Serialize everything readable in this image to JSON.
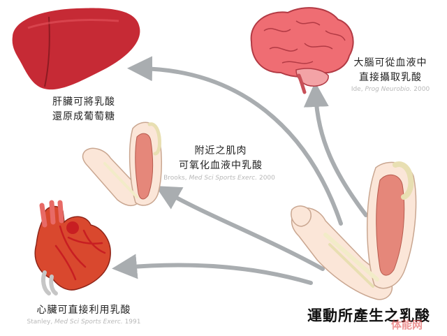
{
  "labels": {
    "liver_line1": "肝臟可將乳酸",
    "liver_line2": "還原成葡萄糖",
    "brain_line1": "大腦可從血液中",
    "brain_line2": "直接攝取乳酸",
    "brain_cite_author": "Ide, ",
    "brain_cite_journal": "Prog Neurobio.",
    "brain_cite_year": " 2000",
    "muscle_line1": "附近之肌肉",
    "muscle_line2": "可氧化血液中乳酸",
    "muscle_cite_author": "Brooks, ",
    "muscle_cite_journal": "Med Sci Sports Exerc.",
    "muscle_cite_year": " 2000",
    "heart_line1": "心臟可直接利用乳酸",
    "heart_cite_author": "Stanley, ",
    "heart_cite_journal": "Med Sci Sports Exerc.",
    "heart_cite_year": " 1991",
    "title": "運動所產生之乳酸",
    "watermark": "体能网"
  },
  "colors": {
    "arrow": "#a9adb0",
    "liver": "#c62a35",
    "brain": "#ef6d73",
    "muscle": "#e5877a",
    "skin": "#fbe6d8",
    "bone": "#f2ecc8",
    "heart": "#d9482e",
    "artery": "#c81e22"
  },
  "icons": [
    "liver-icon",
    "brain-icon",
    "arm-small-icon",
    "heart-icon",
    "arm-large-icon"
  ]
}
